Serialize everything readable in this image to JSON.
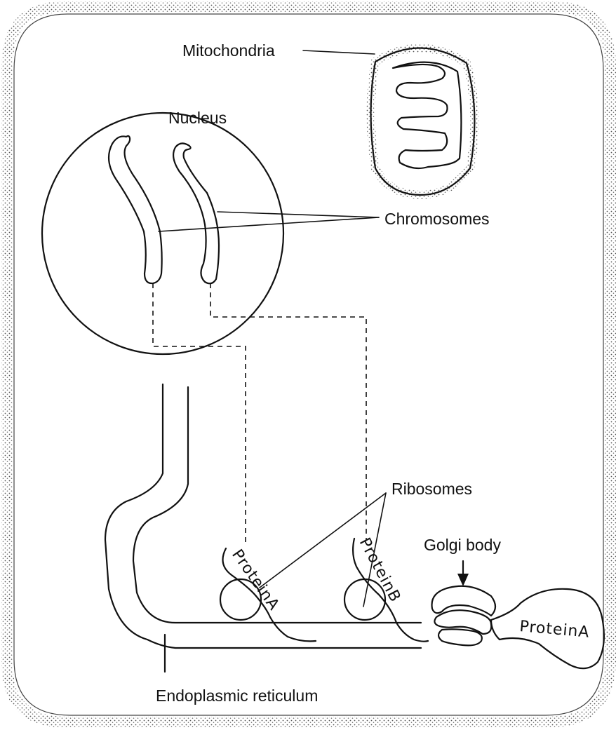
{
  "labels": {
    "mitochondria": "Mitochondria",
    "nucleus": "Nucleus",
    "chromosomes": "Chromosomes",
    "ribosomes": "Ribosomes",
    "golgi_body": "Golgi body",
    "endoplasmic_reticulum": "Endoplasmic reticulum"
  },
  "strand_text": {
    "protein_a": "ProteinA",
    "protein_b": "ProteinB"
  },
  "vesicle_text": "ProteinA",
  "colors": {
    "ink": "#111111",
    "stipple": "#555555",
    "background": "#ffffff"
  }
}
